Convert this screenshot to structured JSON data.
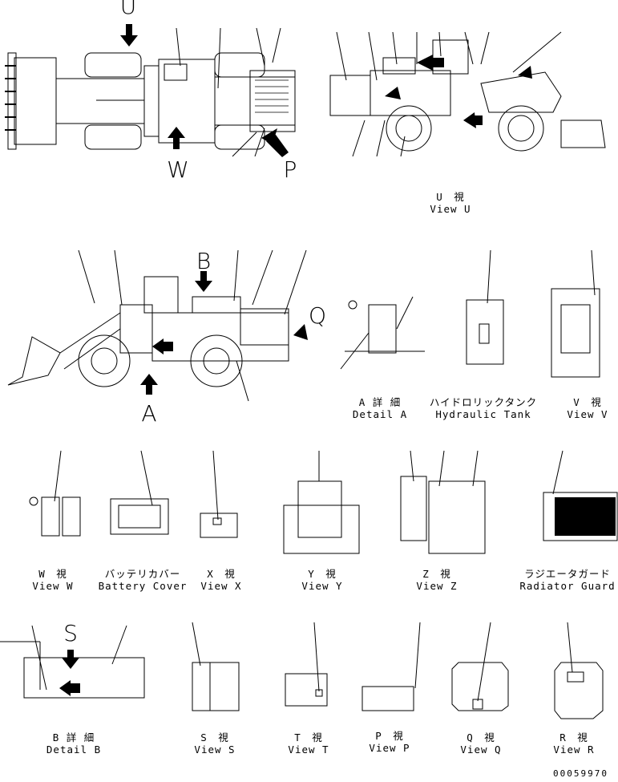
{
  "view_letters": {
    "u": "U",
    "w": "W",
    "p": "P",
    "b": "B",
    "q": "Q",
    "a": "A",
    "s": "S"
  },
  "captions": [
    {
      "id": "view-u",
      "jp": "U　視",
      "en": "View U"
    },
    {
      "id": "detail-a",
      "jp": "A 詳 細",
      "en": "Detail A"
    },
    {
      "id": "hydraulic-tank",
      "jp": "ハイドロリックタンク",
      "en": "Hydraulic Tank"
    },
    {
      "id": "view-v",
      "jp": "V　視",
      "en": "View V"
    },
    {
      "id": "view-w",
      "jp": "W　視",
      "en": "View W"
    },
    {
      "id": "battery-cover",
      "jp": "バッテリカバー",
      "en": "Battery Cover"
    },
    {
      "id": "view-x",
      "jp": "X　視",
      "en": "View X"
    },
    {
      "id": "view-y",
      "jp": "Y　視",
      "en": "View Y"
    },
    {
      "id": "view-z",
      "jp": "Z　視",
      "en": "View Z"
    },
    {
      "id": "radiator-guard",
      "jp": "ラジエータガード",
      "en": "Radiator Guard"
    },
    {
      "id": "detail-b",
      "jp": "B 詳 細",
      "en": "Detail B"
    },
    {
      "id": "view-s",
      "jp": "S　視",
      "en": "View S"
    },
    {
      "id": "view-t",
      "jp": "T　視",
      "en": "View T"
    },
    {
      "id": "view-p",
      "jp": "P　視",
      "en": "View P"
    },
    {
      "id": "view-q",
      "jp": "Q　視",
      "en": "View Q"
    },
    {
      "id": "view-r",
      "jp": "R　視",
      "en": "View R"
    }
  ],
  "drawing_code": "00059970"
}
